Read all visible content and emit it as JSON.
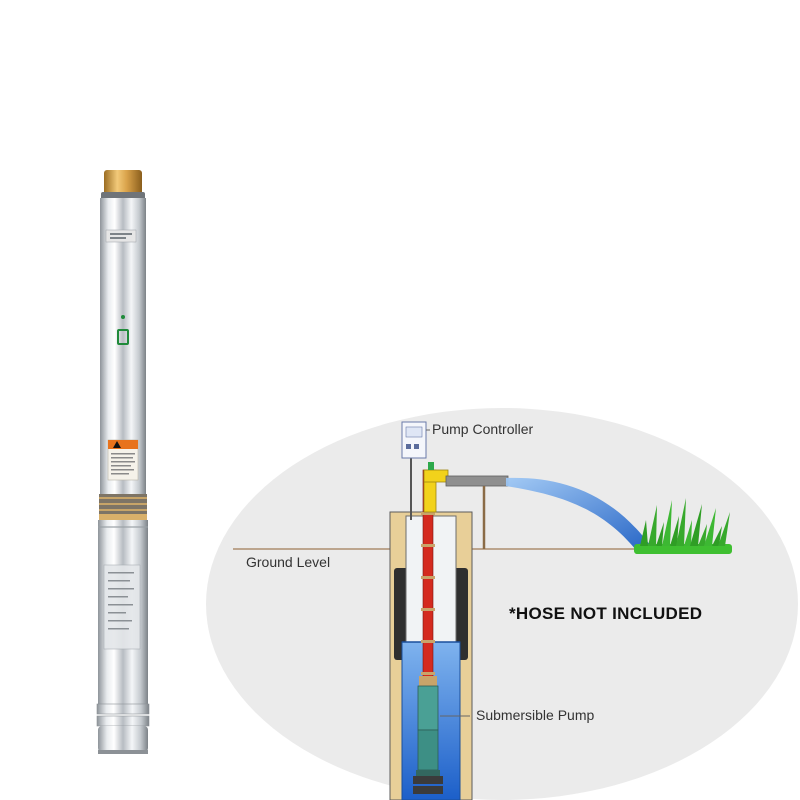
{
  "diagram": {
    "labels": {
      "pump_controller": "Pump Controller",
      "ground_level": "Ground Level",
      "submersible_pump": "Submersible Pump",
      "hose_note": "*HOSE NOT INCLUDED"
    }
  },
  "colors": {
    "ellipse_bg": "#ebebeb",
    "pump_steel": "#c8cdd2",
    "brass_cap": "#d2a24c",
    "pipe_red": "#d42a1f",
    "water_blue": "#1f73d6",
    "casing_tan": "#e8cf98",
    "grass_green": "#38b82c",
    "outlet_yellow": "#f2d21b",
    "ground_line": "#a07b57"
  }
}
